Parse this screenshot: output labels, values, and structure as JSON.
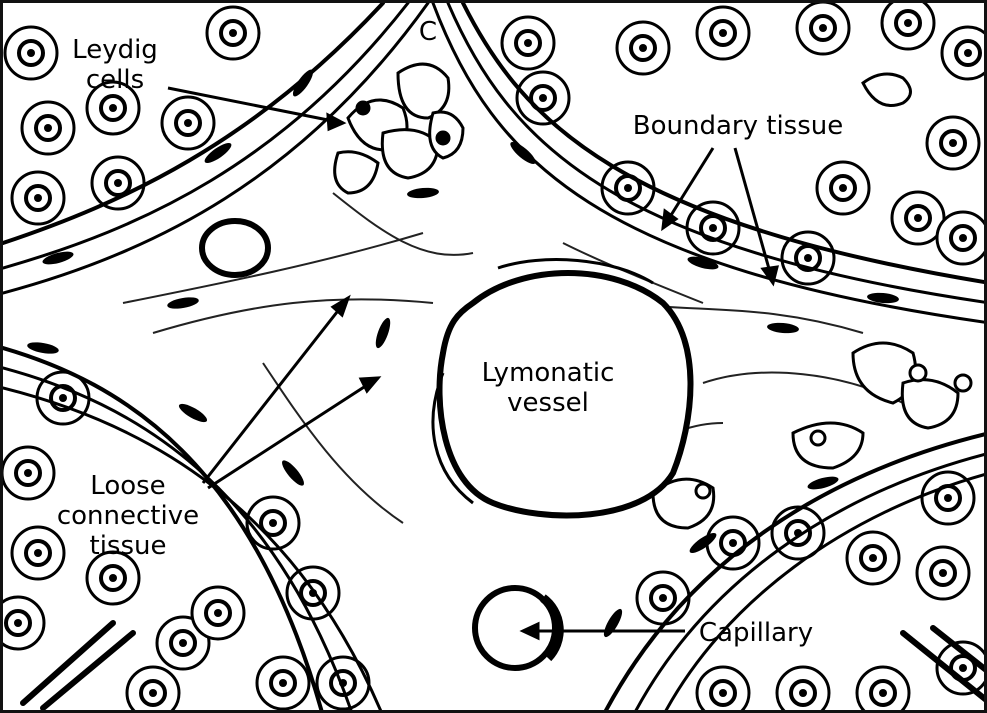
{
  "figure": {
    "labels": {
      "leydig_cells": "Leydig\ncells",
      "boundary_tissue": "Boundary tissue",
      "lymphatic_vessel": "Lymonatic\nvessel",
      "loose_connective_tissue": "Loose\nconnective\ntissue",
      "capillary": "Capillary",
      "corner_mark": "C"
    },
    "colors": {
      "ink": "#000000",
      "paper": "#ffffff",
      "fiber": "#2a2a2a"
    }
  }
}
